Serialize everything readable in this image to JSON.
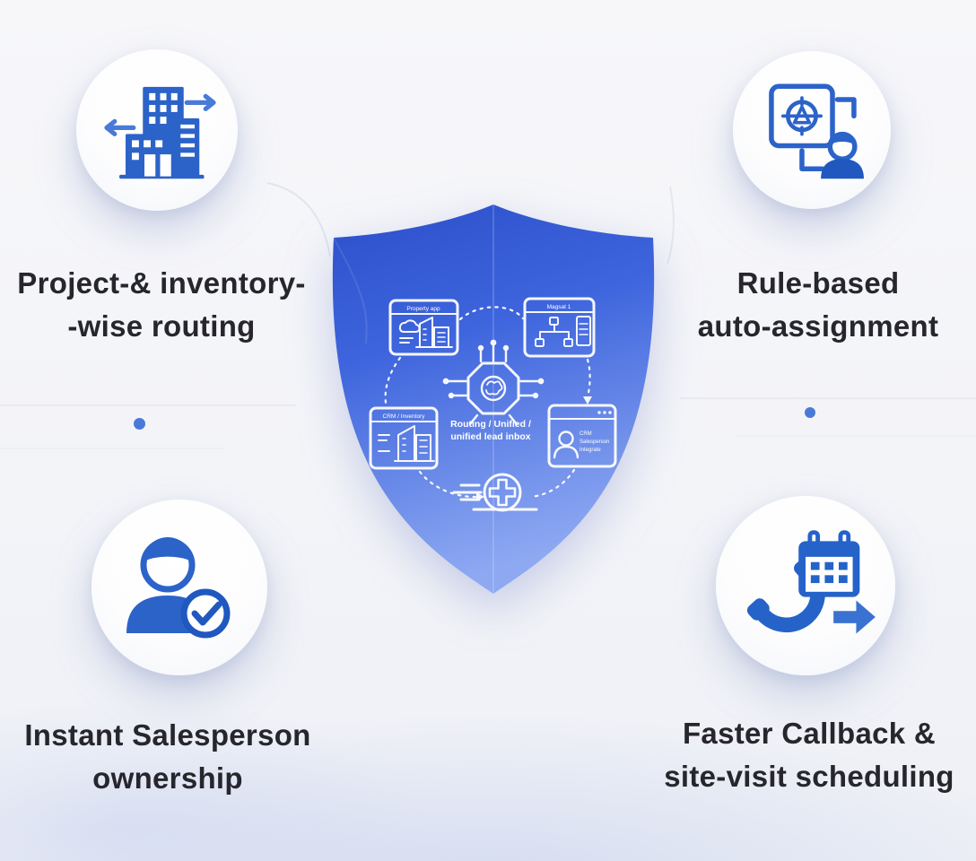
{
  "colors": {
    "background": "#f3f4f8",
    "accent_blue": "#2e63c8",
    "shield_top": "#2f52cc",
    "shield_bottom": "#8ea9f2",
    "headline_text": "#26262c",
    "dot_blue": "#4a7ad9",
    "shield_linework": "#ffffff"
  },
  "features": [
    {
      "id": "routing",
      "icon": "building-arrows-icon",
      "line1": "Project-& inventory-",
      "line2": "-wise routing"
    },
    {
      "id": "auto_assignment",
      "icon": "rule-assignment-icon",
      "line1": "Rule-based",
      "line2": "auto-assignment"
    },
    {
      "id": "ownership",
      "icon": "person-check-icon",
      "line1": "Instant Salesperson",
      "line2": "ownership"
    },
    {
      "id": "scheduling",
      "icon": "phone-calendar-icon",
      "line1": "Faster Callback &",
      "line2": "site-visit scheduling"
    }
  ],
  "shield": {
    "cards": {
      "top_left": {
        "title": "Property app"
      },
      "top_right": {
        "title": "Magsat 1"
      },
      "bottom_left": {
        "title": "CRM / Inventory"
      },
      "bottom_right": {
        "lines": [
          "CRM",
          "Salesperson",
          "Integrate"
        ]
      }
    },
    "caption_line1": "Routing / Unified /",
    "caption_line2": "unified lead inbox"
  }
}
